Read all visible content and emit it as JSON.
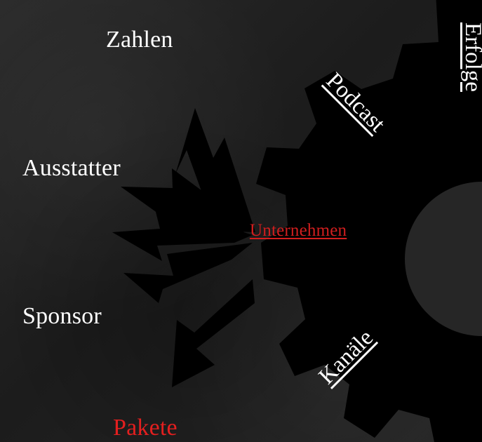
{
  "menu": {
    "zahlen": "Zahlen",
    "ausstatter": "Ausstatter",
    "sponsor": "Sponsor",
    "pakete": "Pakete"
  },
  "gear_menu": {
    "center_link": "Unternehmen",
    "podcast": "Podcast",
    "kanaele": "Kanäle",
    "erfolge": "Erfolge"
  },
  "colors": {
    "background": "#242424",
    "gear": "#000000",
    "arrows": "#000000",
    "text": "#ffffff",
    "accent": "#e31f1f"
  },
  "icons": {
    "gear": "gear-icon",
    "arrows": "arrow-icon"
  }
}
